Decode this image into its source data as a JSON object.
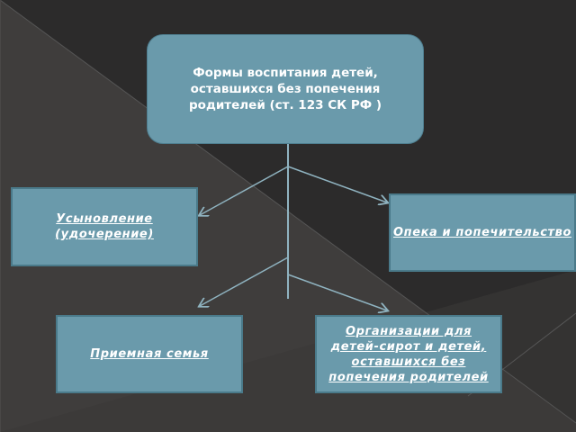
{
  "diagram": {
    "type": "hierarchy",
    "root": {
      "label": "Формы воспитания детей, оставшихся без попечения родителей (ст. 123 СК РФ )"
    },
    "children": [
      {
        "label": "Усыновление (удочерение)"
      },
      {
        "label": "Опека и попечительство"
      },
      {
        "label": "Приемная семья"
      },
      {
        "label": "Организации для детей-сирот и детей, оставшихся без попечения родителей"
      }
    ]
  },
  "colors": {
    "background_dark": "#2c2b2b",
    "background_light": "#3f3d3c",
    "node_fill": "#6a9aab",
    "connector": "#8fb3c0",
    "text": "#ffffff"
  }
}
